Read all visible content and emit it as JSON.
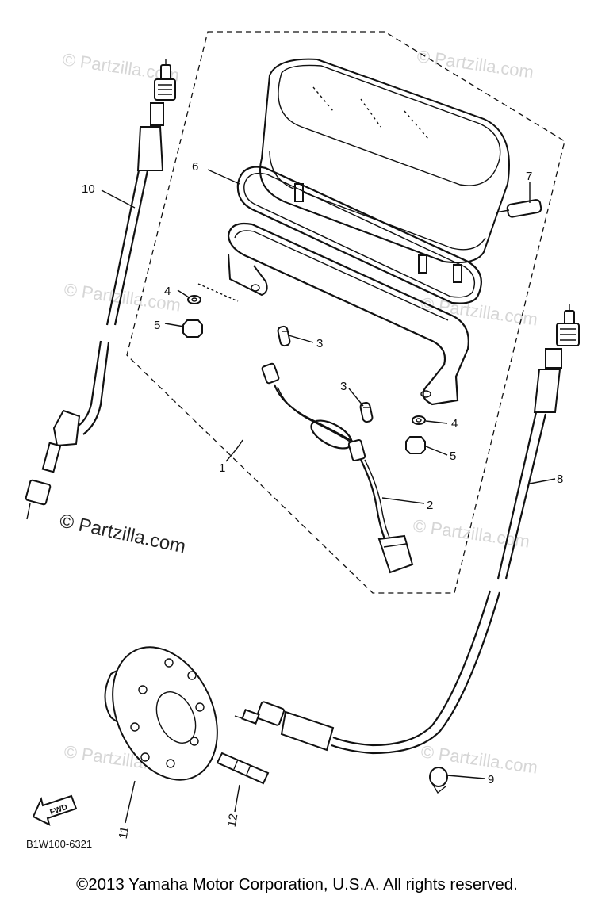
{
  "watermarks": {
    "main": "© Partzilla.com",
    "faint": "© Partzilla.com"
  },
  "callouts": {
    "c1": "1",
    "c2": "2",
    "c3a": "3",
    "c3b": "3",
    "c4a": "4",
    "c4b": "4",
    "c5a": "5",
    "c5b": "5",
    "c6": "6",
    "c7": "7",
    "c8": "8",
    "c9": "9",
    "c10": "10",
    "c11": "11",
    "c12": "12"
  },
  "fwd_label": "FWD",
  "diagram_code": "B1W100-6321",
  "copyright": "©2013  Yamaha Motor Corporation, U.S.A. All rights reserved."
}
